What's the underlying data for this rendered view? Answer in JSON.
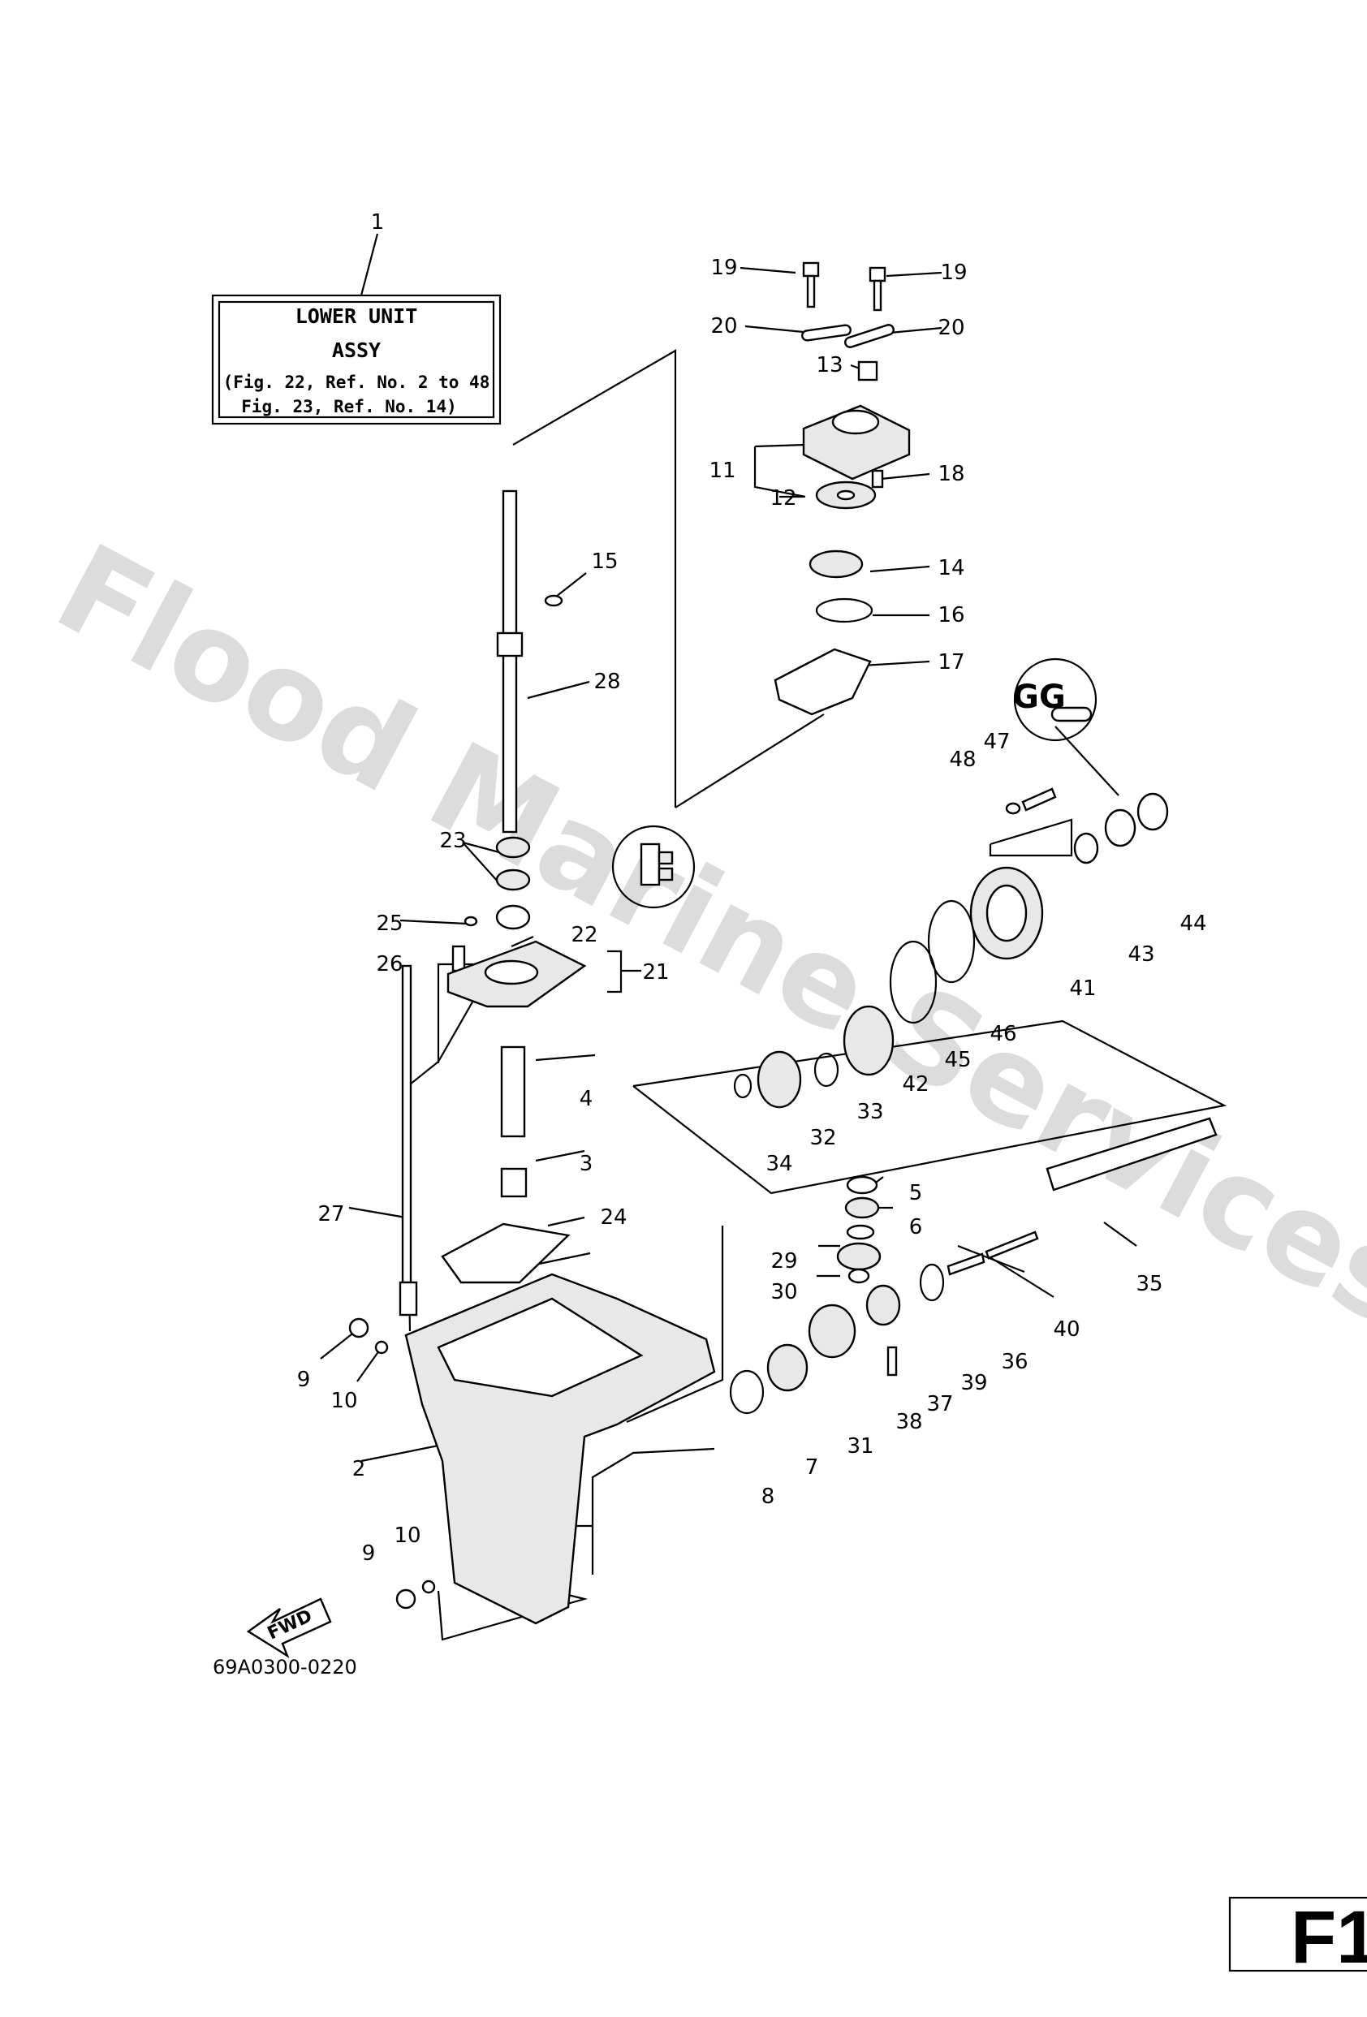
{
  "title_box": {
    "line1": "LOWER UNIT",
    "line2": "ASSY",
    "line3": "(Fig. 22, Ref. No. 2 to 48",
    "line4": " Fig. 23, Ref. No. 14)"
  },
  "callouts": [
    "1",
    "2",
    "3",
    "4",
    "5",
    "6",
    "7",
    "8",
    "9",
    "9",
    "10",
    "10",
    "11",
    "12",
    "13",
    "14",
    "15",
    "16",
    "17",
    "18",
    "19",
    "19",
    "20",
    "20",
    "21",
    "22",
    "23",
    "24",
    "25",
    "26",
    "27",
    "28",
    "29",
    "30",
    "31",
    "32",
    "33",
    "34",
    "35",
    "36",
    "37",
    "38",
    "39",
    "40",
    "41",
    "42",
    "43",
    "44",
    "45",
    "46",
    "47",
    "48"
  ],
  "watermark": "Flood Marine Services",
  "fwd_label": "FWD",
  "figure_code": "69A0300-0220",
  "page_code": "F1",
  "icon_labels": {
    "grease_label": "GG",
    "grease_icon": "grease-symbol-icon",
    "lock_icon": "sealant-symbol-icon"
  }
}
